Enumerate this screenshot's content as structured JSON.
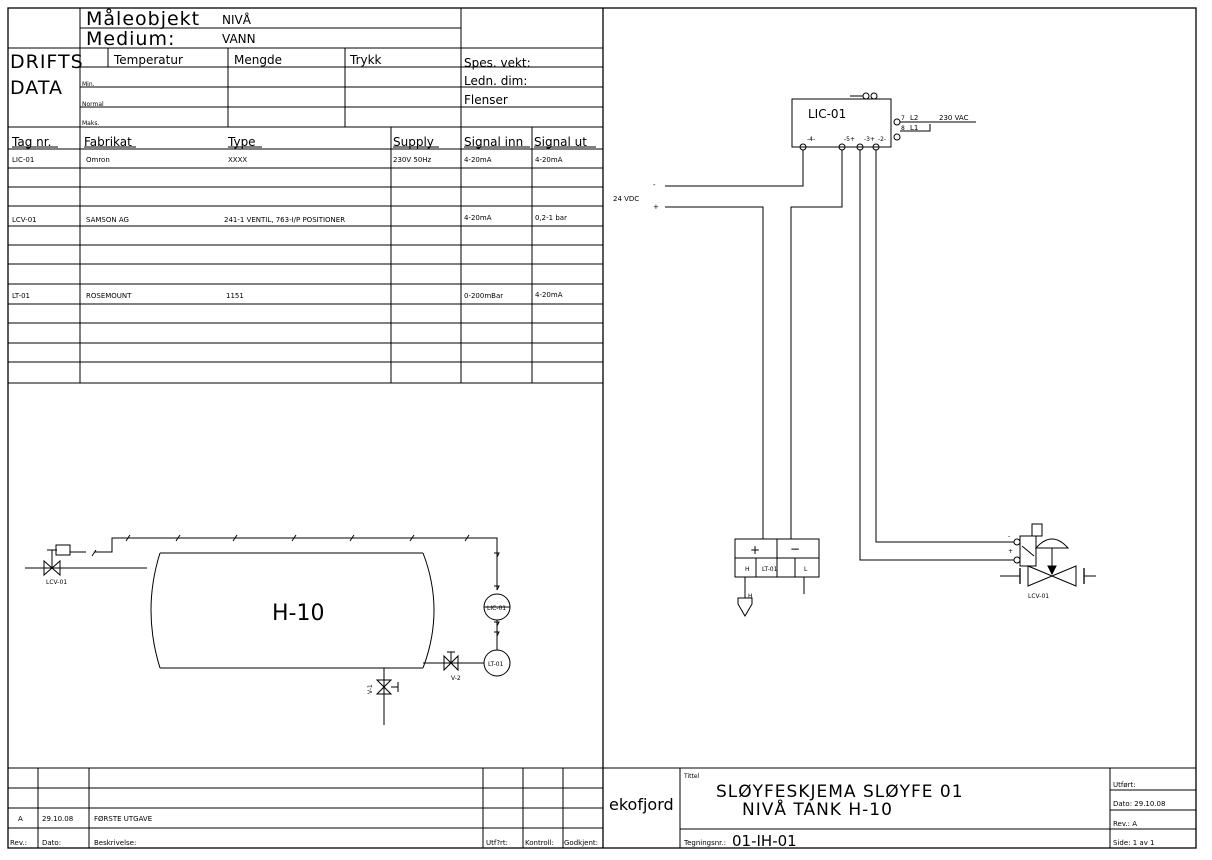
{
  "header": {
    "maleobjekt_label": "Måleobjekt",
    "maleobjekt_value": "NIVÅ",
    "medium_label": "Medium:",
    "medium_value": "VANN"
  },
  "drifts": {
    "title_line1": "DRIFTS",
    "title_line2": "DATA",
    "col_temperatur": "Temperatur",
    "col_mengde": "Mengde",
    "col_trykk": "Trykk",
    "row_min": "Min.",
    "row_normal": "Normal",
    "row_maks": "Maks.",
    "spes_vekt": "Spes. vekt:",
    "ledn_dim": "Ledn. dim:",
    "flenser": "Flenser"
  },
  "instrument_table": {
    "headers": [
      "Tag nr.",
      "Fabrikat",
      "Type",
      "Supply",
      "Signal inn",
      "Signal ut"
    ],
    "rows": [
      {
        "tag": "LIC-01",
        "fabrikat": "Omron",
        "type": "XXXX",
        "supply": "230V 50Hz",
        "inn": "4-20mA",
        "ut": "4-20mA"
      },
      {
        "tag": "LCV-01",
        "fabrikat": "SAMSON AG",
        "type": "241-1 VENTIL, 763-I/P POSITIONER",
        "supply": "",
        "inn": "4-20mA",
        "ut": "0,2-1 bar"
      },
      {
        "tag": "LT-01",
        "fabrikat": "ROSEMOUNT",
        "type": "1151",
        "supply": "",
        "inn": "0-200mBar",
        "ut": "4-20mA"
      }
    ]
  },
  "process": {
    "tank_label": "H-10",
    "valve_left_label": "LCV-01",
    "controller_label": "LIC-01",
    "transmitter_label": "LT-01",
    "valve_v2_label": "V-2",
    "valve_v1_label": "V-1"
  },
  "wiring": {
    "controller_tag": "LIC-01",
    "terminal_4": "-4-",
    "terminal_5": "-5+",
    "terminal_3": "-3+",
    "terminal_2": "-2-",
    "terminal_7": "7",
    "terminal_8": "8",
    "l2": "L2",
    "l1": "L1",
    "supply_230": "230 VAC",
    "supply_24": "24 VDC",
    "minus": "-",
    "plus": "+",
    "tx_plus": "+",
    "tx_minus": "−",
    "tx_h": "H",
    "tx_tag": "LT-01",
    "tx_l": "L",
    "tx_low_h": "H",
    "valve_tag": "LCV-01"
  },
  "revision": {
    "rev": "A",
    "date": "29.10.08",
    "description": "FØRSTE UTGAVE",
    "h_rev": "Rev.:",
    "h_dato": "Dato:",
    "h_beskrivelse": "Beskrivelse:",
    "h_utfort": "Utf?rt:",
    "h_kontroll": "Kontroll:",
    "h_godkjent": "Godkjent:"
  },
  "titleblock": {
    "company": "ekofjord",
    "tittel_label": "Tittel",
    "title_line1": "SLØYFESKJEMA SLØYFE 01",
    "title_line2": "NIVÅ TANK H-10",
    "tegningsnr_label": "Tegningsnr.:",
    "tegningsnr": "01-IH-01",
    "utfort": "Utført:",
    "dato": "Dato: 29.10.08",
    "rev": "Rev.: A",
    "side": "Side: 1   av  1"
  }
}
